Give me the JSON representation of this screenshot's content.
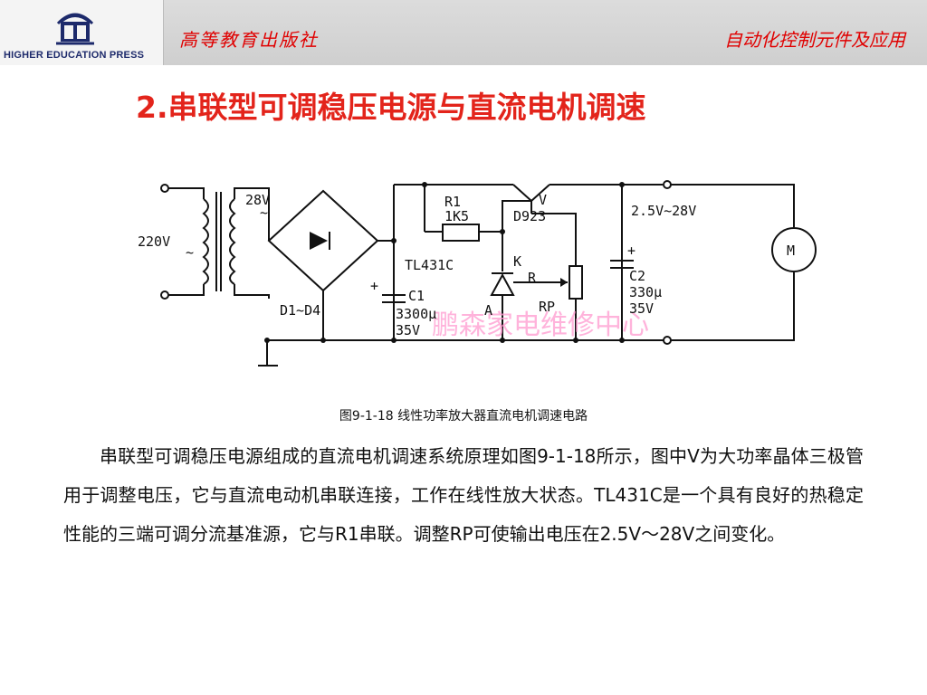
{
  "header": {
    "logo_text": "HIGHER  EDUCATION  PRESS",
    "publisher": "高等教育出版社",
    "course": "自动化控制元件及应用"
  },
  "title": "2.串联型可调稳压电源与直流电机调速",
  "circuit": {
    "labels": {
      "ac_in": "220V",
      "ac_tilde": "~",
      "secondary": "28V",
      "sec_tilde": "~",
      "bridge": "D1~D4",
      "r1": "R1",
      "r1_value": "1K5",
      "transistor": "V",
      "transistor_part": "D923",
      "regulator": "TL431C",
      "k": "K",
      "r": "R",
      "a": "A",
      "rp": "RP",
      "c1": "C1",
      "c1_value": "3300μ",
      "c1_voltage": "35V",
      "c2": "C2",
      "c2_value": "330μ",
      "c2_voltage": "35V",
      "output_range": "2.5V~28V",
      "motor": "M",
      "plus1": "+",
      "plus2": "+"
    },
    "watermark": "鹏森家电维修中心"
  },
  "caption": "图9-1-18  线性功率放大器直流电机调速电路",
  "paragraph": "串联型可调稳压电源组成的直流电机调速系统原理如图9-1-18所示，图中V为大功率晶体三极管用于调整电压，它与直流电动机串联连接，工作在线性放大状态。TL431C是一个具有良好的热稳定性能的三端可调分流基准源，它与R1串联。调整RP可使输出电压在2.5V～28V之间变化。",
  "colors": {
    "title_red": "#e3241b",
    "header_red": "#e00000",
    "logo_blue": "#1d2a6b"
  }
}
